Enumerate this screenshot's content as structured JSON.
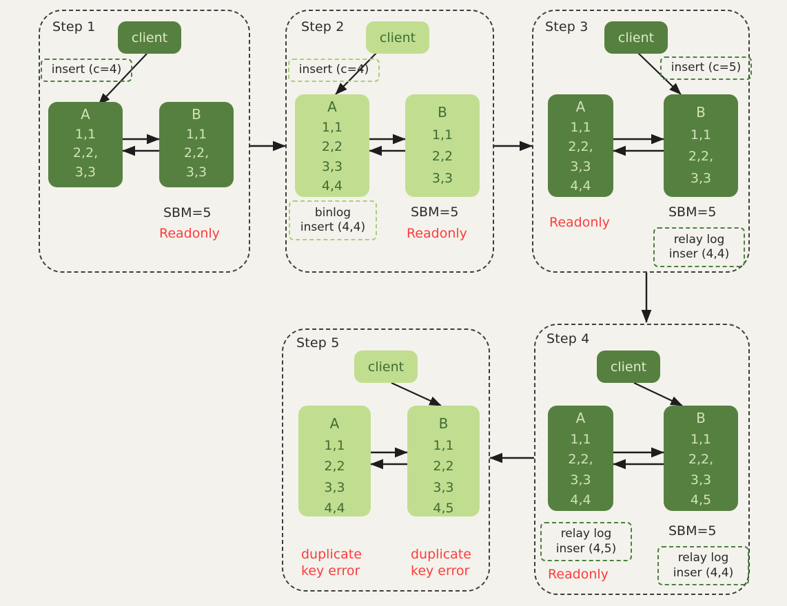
{
  "diagram": {
    "title": "MySQL dual-master replication conflict steps",
    "background_color": "#f4f2ec",
    "colors": {
      "dark_green": "#568040",
      "light_green": "#c1de90",
      "dark_text_on_green": "#cfe3b8",
      "green_text_on_light": "#3f6b34",
      "note_border": "#4a8040",
      "note_border_pale": "#a8cf7a",
      "panel_border": "#3c3c3c",
      "error_red": "#fb3c3c"
    }
  },
  "steps": [
    {
      "id": "step1",
      "title": "Step 1",
      "client": {
        "label": "client",
        "tone": "dark"
      },
      "insert_note": {
        "text": "insert (c=4)",
        "tone": "note"
      },
      "node_a": {
        "name": "A",
        "rows": [
          "1,1",
          "2,2,",
          "3,3"
        ],
        "tone": "dark"
      },
      "node_b": {
        "name": "B",
        "rows": [
          "1,1",
          "2,2,",
          "3,3"
        ],
        "tone": "dark"
      },
      "sbm": "SBM=5",
      "readonly": "Readonly"
    },
    {
      "id": "step2",
      "title": "Step 2",
      "client": {
        "label": "client",
        "tone": "light"
      },
      "insert_note": {
        "text": "insert (c=4)",
        "tone": "pale"
      },
      "node_a": {
        "name": "A",
        "rows": [
          "1,1",
          "2,2",
          "3,3",
          "4,4"
        ],
        "tone": "light"
      },
      "node_b": {
        "name": "B",
        "rows": [
          "1,1",
          "2,2",
          "3,3"
        ],
        "tone": "light"
      },
      "binlog_note": {
        "line1": "binlog",
        "line2": "insert (4,4)"
      },
      "sbm": "SBM=5",
      "readonly": "Readonly"
    },
    {
      "id": "step3",
      "title": "Step 3",
      "client": {
        "label": "client",
        "tone": "dark"
      },
      "insert_note": {
        "text": "insert (c=5)",
        "tone": "note"
      },
      "node_a": {
        "name": "A",
        "rows": [
          "1,1",
          "2,2,",
          "3,3",
          "4,4"
        ],
        "tone": "dark"
      },
      "node_b": {
        "name": "B",
        "rows": [
          "1,1",
          "2,2,",
          "3,3"
        ],
        "tone": "dark"
      },
      "readonly": "Readonly",
      "sbm": "SBM=5",
      "relay_note": {
        "line1": "relay log",
        "line2": "inser (4,4)"
      }
    },
    {
      "id": "step4",
      "title": "Step 4",
      "client": {
        "label": "client",
        "tone": "dark"
      },
      "node_a": {
        "name": "A",
        "rows": [
          "1,1",
          "2,2,",
          "3,3",
          "4,4"
        ],
        "tone": "dark"
      },
      "node_b": {
        "name": "B",
        "rows": [
          "1,1",
          "2,2,",
          "3,3",
          "4,5"
        ],
        "tone": "dark"
      },
      "relay_note_a": {
        "line1": "relay log",
        "line2": "inser (4,5)"
      },
      "readonly": "Readonly",
      "sbm": "SBM=5",
      "relay_note_b": {
        "line1": "relay log",
        "line2": "inser (4,4)"
      }
    },
    {
      "id": "step5",
      "title": "Step 5",
      "client": {
        "label": "client",
        "tone": "light"
      },
      "node_a": {
        "name": "A",
        "rows": [
          "1,1",
          "2,2",
          "3,3",
          "4,4"
        ],
        "tone": "light"
      },
      "node_b": {
        "name": "B",
        "rows": [
          "1,1",
          "2,2",
          "3,3",
          "4,5"
        ],
        "tone": "light"
      },
      "error_a": {
        "line1": "duplicate",
        "line2": "key error"
      },
      "error_b": {
        "line1": "duplicate",
        "line2": "key error"
      }
    }
  ]
}
